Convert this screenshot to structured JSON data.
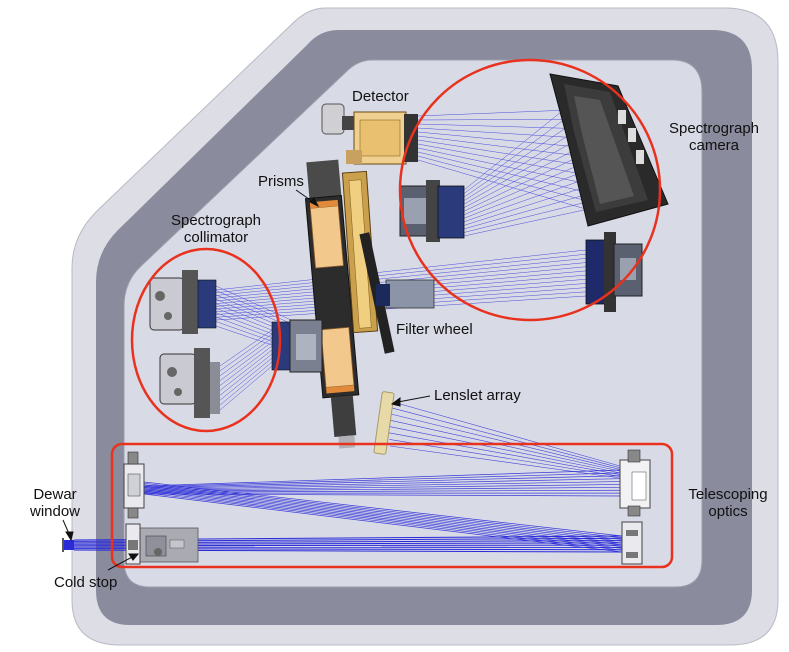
{
  "labels": {
    "detector": "Detector",
    "spectrograph_camera": [
      "Spectrograph",
      "camera"
    ],
    "prisms": "Prisms",
    "spectrograph_collimator": [
      "Spectrograph",
      "collimator"
    ],
    "filter_wheel": "Filter wheel",
    "lenslet_array": "Lenslet array",
    "dewar_window": [
      "Dewar",
      "window"
    ],
    "telescoping_optics": [
      "Telescoping",
      "optics"
    ],
    "cold_stop": "Cold stop"
  },
  "colors": {
    "outer_shell": "#dddde6",
    "inner_shell": "#8a8b9c",
    "chamber": "#d8dae6",
    "beam": "#2a2ad8",
    "highlight": "#e8321e",
    "prism": "#f2c88c",
    "lenslet": "#e7d9a8"
  },
  "icons": [
    "mirror-mount-icon",
    "lens-barrel-icon",
    "detector-icon",
    "camera-housing-icon"
  ]
}
